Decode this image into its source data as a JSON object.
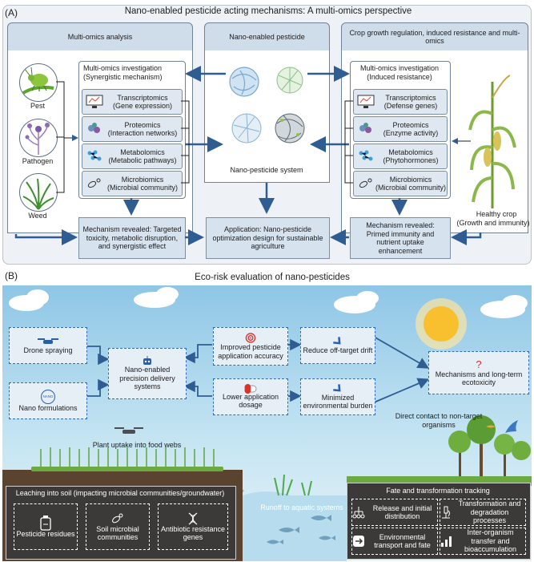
{
  "panelA": {
    "label": "(A)",
    "title": "Nano-enabled pesticide acting mechanisms: A multi-omics perspective",
    "left_header": "Multi-omics analysis",
    "center_header": "Nano-enabled pesticide",
    "right_header": "Crop growth regulation, induced resistance and multi-omics",
    "organisms": [
      "Pest",
      "Pathogen",
      "Weed"
    ],
    "left_invest_title": "Multi-omics investigation (Synergistic mechanism)",
    "left_omics": [
      {
        "name": "Transcriptomics",
        "detail": "(Gene expression)"
      },
      {
        "name": "Proteomics",
        "detail": "(Interaction networks)"
      },
      {
        "name": "Metabolomics",
        "detail": "(Metabolic pathways)"
      },
      {
        "name": "Microbiomics",
        "detail": "(Microbial community)"
      }
    ],
    "right_invest_title": "Multi-omics investigation (Induced resistance)",
    "right_omics": [
      {
        "name": "Transcriptomics",
        "detail": "(Defense genes)"
      },
      {
        "name": "Proteomics",
        "detail": "(Enzyme activity)"
      },
      {
        "name": "Metabolomics",
        "detail": "(Phytohormones)"
      },
      {
        "name": "Microbiomics",
        "detail": "(Microbial community)"
      }
    ],
    "nano_system": "Nano-pesticide system",
    "left_mechanism": "Mechanism revealed: Targeted toxicity, metabolic disruption, and synergistic effect",
    "application": "Application: Nano-pesticide optimization design for sustainable agriculture",
    "right_mechanism": "Mechanism revealed: Primed immunity and nutrient uptake enhancement",
    "healthy_crop": "Healthy crop",
    "healthy_crop_sub": "(Growth and immunity)"
  },
  "panelB": {
    "label": "(B)",
    "title": "Eco-risk evaluation of nano-pesticides",
    "drone_spraying": "Drone spraying",
    "nano_formulations": "Nano formulations",
    "nano_badge": "NANO",
    "precision": "Nano-enabled precision delivery systems",
    "accuracy": "Improved pesticide application accuracy",
    "dosage": "Lower application dosage",
    "drift": "Reduce off-target drift",
    "burden": "Minimized environmental burden",
    "mechanisms": "Mechanisms and long-term ecotoxicity",
    "question": "?",
    "direct_contact": "Direct contact to non-target organisms",
    "plant_uptake": "Plant uptake into food webs",
    "runoff": "Runoff to aquatic systems",
    "soil_title": "Leaching into soil (impacting microbial communities/groundwater)",
    "soil_items": [
      "Pesticide residues",
      "Soil microbial communities",
      "Antibiotic resistance genes"
    ],
    "fate_title": "Fate and transformation tracking",
    "fate_items": [
      "Release and initial distribution",
      "Transformation and degradation processes",
      "Environmental transport and fate",
      "Inter-organism transfer and bioaccumulation"
    ]
  },
  "colors": {
    "header_fill": "#cfdcea",
    "box_fill": "#d6e2ee",
    "arrow": "#2f5d92",
    "dashed": "#2a6ac2",
    "sky": "#a9d6ec",
    "soil": "#3c3a38",
    "accent_red": "#d9342b"
  }
}
